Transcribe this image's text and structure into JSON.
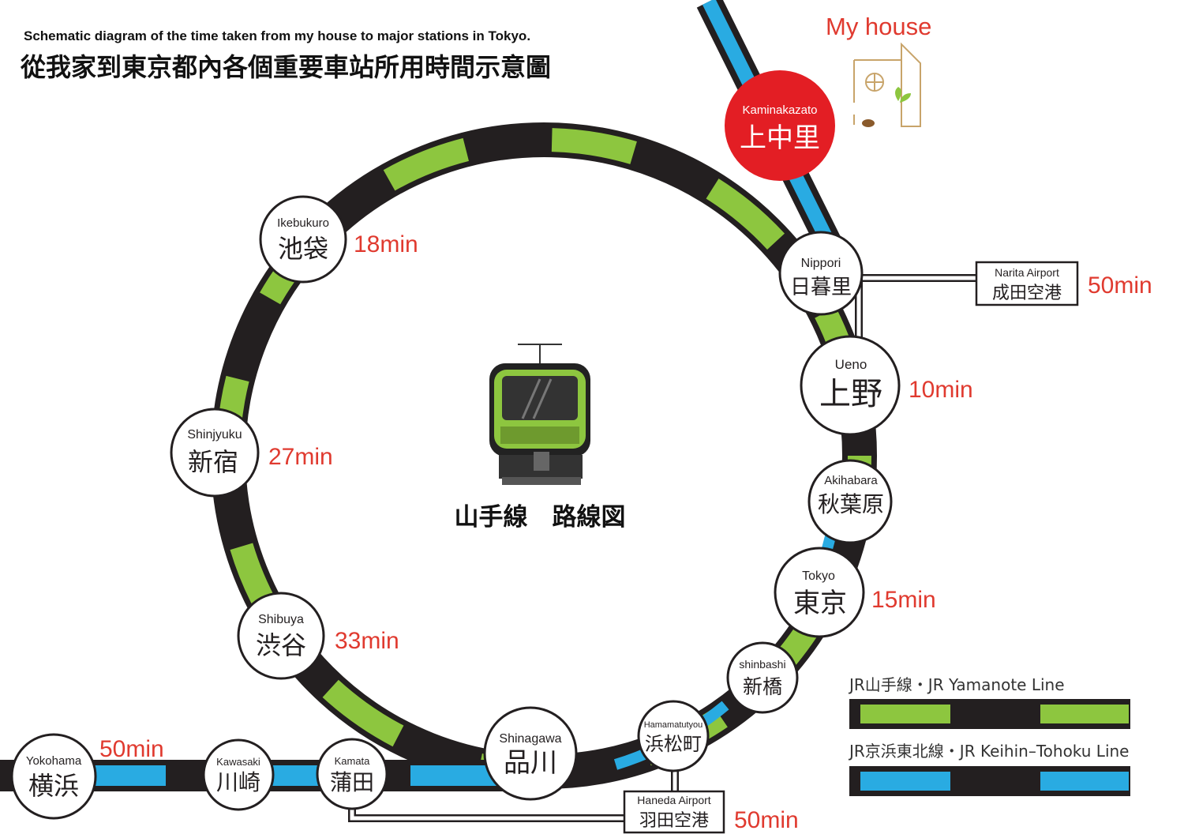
{
  "title": {
    "en": "Schematic diagram of the time taken from my house to major stations in Tokyo.",
    "zh": "從我家到東京都內各個重要車站所用時間示意圖"
  },
  "my_house": {
    "label": "My house"
  },
  "center_label": "山手線　路線図",
  "colors": {
    "yamanote_green": "#8dc63f",
    "keihin_blue": "#29abe2",
    "track_black": "#231f20",
    "home_red": "#e31e24",
    "time_red": "#e03a2f"
  },
  "stations": {
    "kaminakazato": {
      "en": "Kaminakazato",
      "ja": "上中里"
    },
    "nippori": {
      "en": "Nippori",
      "ja": "日暮里"
    },
    "ueno": {
      "en": "Ueno",
      "ja": "上野",
      "time": "10min"
    },
    "akihabara": {
      "en": "Akihabara",
      "ja": "秋葉原"
    },
    "tokyo": {
      "en": "Tokyo",
      "ja": "東京",
      "time": "15min"
    },
    "shinbashi": {
      "en": "shinbashi",
      "ja": "新橋"
    },
    "hamamatsucho": {
      "en": "Hamamatutyou",
      "ja": "浜松町"
    },
    "shinagawa": {
      "en": "Shinagawa",
      "ja": "品川"
    },
    "shibuya": {
      "en": "Shibuya",
      "ja": "渋谷",
      "time": "33min"
    },
    "shinjuku": {
      "en": "Shinjyuku",
      "ja": "新宿",
      "time": "27min"
    },
    "ikebukuro": {
      "en": "Ikebukuro",
      "ja": "池袋",
      "time": "18min"
    },
    "kamata": {
      "en": "Kamata",
      "ja": "蒲田"
    },
    "kawasaki": {
      "en": "Kawasaki",
      "ja": "川崎"
    },
    "yokohama": {
      "en": "Yokohama",
      "ja": "横浜",
      "time": "50min"
    }
  },
  "airports": {
    "narita": {
      "en": "Narita Airport",
      "ja": "成田空港",
      "time": "50min"
    },
    "haneda": {
      "en": "Haneda Airport",
      "ja": "羽田空港",
      "time": "50min"
    }
  },
  "legend": {
    "yamanote": "JR山手線・JR Yamanote Line",
    "keihin": "JR京浜東北線・JR Keihin–Tohoku Line"
  }
}
